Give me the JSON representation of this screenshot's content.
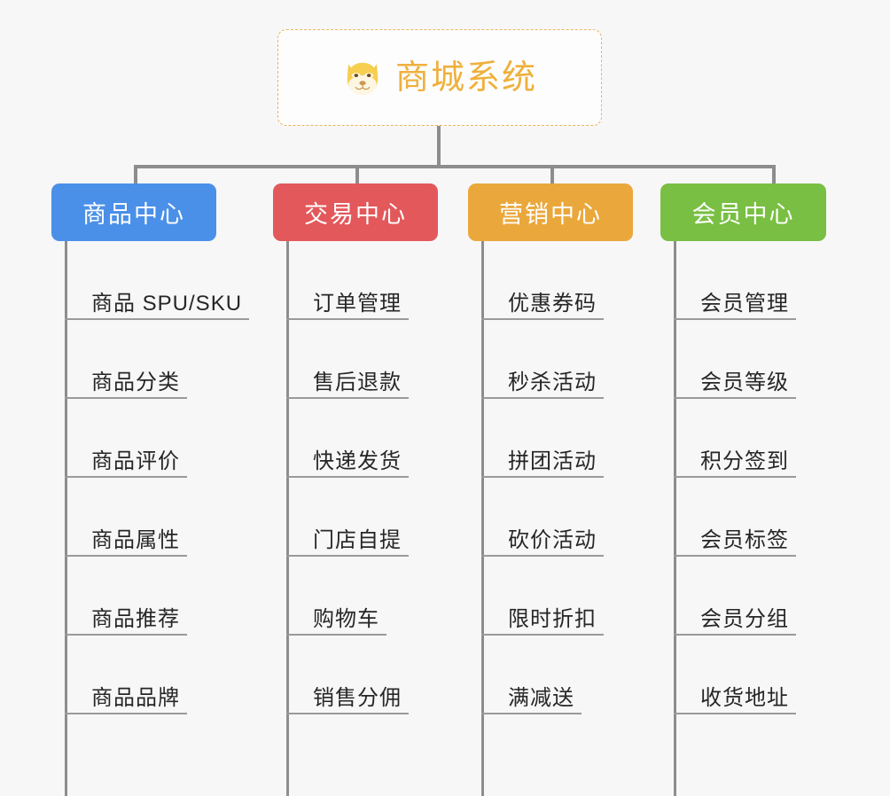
{
  "root": {
    "label": "商城系统",
    "icon": "shiba-dog-face-icon",
    "text_color": "#efb03c",
    "border_color": "#e8b45a"
  },
  "branches": [
    {
      "label": "商品中心",
      "color": "#4a90e8",
      "items": [
        "商品 SPU/SKU",
        "商品分类",
        "商品评价",
        "商品属性",
        "商品推荐",
        "商品品牌"
      ]
    },
    {
      "label": "交易中心",
      "color": "#e2585b",
      "items": [
        "订单管理",
        "售后退款",
        "快递发货",
        "门店自提",
        "购物车",
        "销售分佣"
      ]
    },
    {
      "label": "营销中心",
      "color": "#eaa83c",
      "items": [
        "优惠券码",
        "秒杀活动",
        "拼团活动",
        "砍价活动",
        "限时折扣",
        "满减送"
      ]
    },
    {
      "label": "会员中心",
      "color": "#79bf43",
      "items": [
        "会员管理",
        "会员等级",
        "积分签到",
        "会员标签",
        "会员分组",
        "收货地址"
      ]
    }
  ],
  "connector_color": "#8d8d8d",
  "background_color": "#f7f7f8"
}
